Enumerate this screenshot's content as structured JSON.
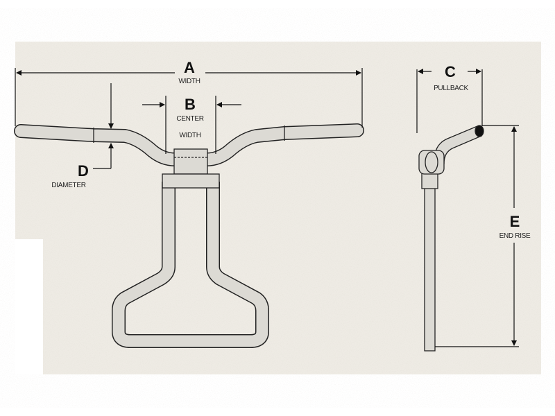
{
  "labels": {
    "a": {
      "letter": "A",
      "caption": "WIDTH"
    },
    "b": {
      "letter": "B",
      "caption_line1": "CENTER",
      "caption_line2": "WIDTH"
    },
    "c": {
      "letter": "C",
      "caption": "PULLBACK"
    },
    "d": {
      "letter": "D",
      "caption": "DIAMETER"
    },
    "e": {
      "letter": "E",
      "caption": "END RISE"
    }
  },
  "colors": {
    "background": "#eeebe4",
    "tube_fill": "#dcdad4",
    "outline": "#222222"
  }
}
